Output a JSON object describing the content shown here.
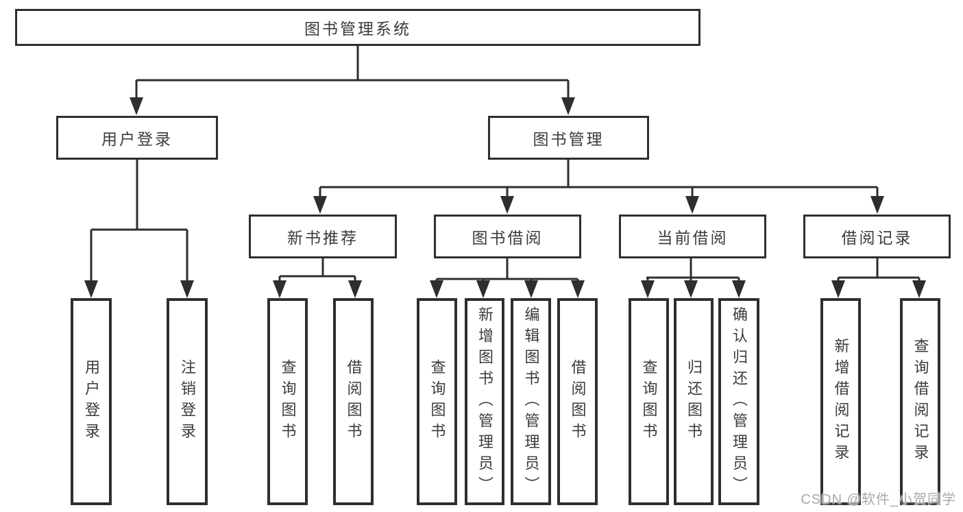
{
  "tree": {
    "root_label": "图书管理系统",
    "level2": [
      {
        "label": "用户登录"
      },
      {
        "label": "图书管理"
      }
    ],
    "level3": [
      {
        "label": "新书推荐",
        "parent": "图书管理"
      },
      {
        "label": "图书借阅",
        "parent": "图书管理"
      },
      {
        "label": "当前借阅",
        "parent": "图书管理"
      },
      {
        "label": "借阅记录",
        "parent": "图书管理"
      }
    ],
    "leaves": [
      {
        "label": "用户登录",
        "parent": "用户登录"
      },
      {
        "label": "注销登录",
        "parent": "用户登录"
      },
      {
        "label": "查询图书",
        "parent": "新书推荐"
      },
      {
        "label": "借阅图书",
        "parent": "新书推荐"
      },
      {
        "label": "查询图书",
        "parent": "图书借阅"
      },
      {
        "label": "新增图书（管理员）",
        "parent": "图书借阅"
      },
      {
        "label": "编辑图书（管理员）",
        "parent": "图书借阅"
      },
      {
        "label": "借阅图书",
        "parent": "图书借阅"
      },
      {
        "label": "查询图书",
        "parent": "当前借阅"
      },
      {
        "label": "归还图书",
        "parent": "当前借阅"
      },
      {
        "label": "确认归还（管理员）",
        "parent": "当前借阅"
      },
      {
        "label": "新增借阅记录",
        "parent": "借阅记录"
      },
      {
        "label": "查询借阅记录",
        "parent": "借阅记录"
      }
    ]
  },
  "watermark": {
    "text": "CSDN @软件_小贺同学"
  },
  "colors": {
    "line": "#2e2e2e",
    "text": "#3b3b3b",
    "watermark": "#a9a9a9",
    "background": "#ffffff"
  }
}
